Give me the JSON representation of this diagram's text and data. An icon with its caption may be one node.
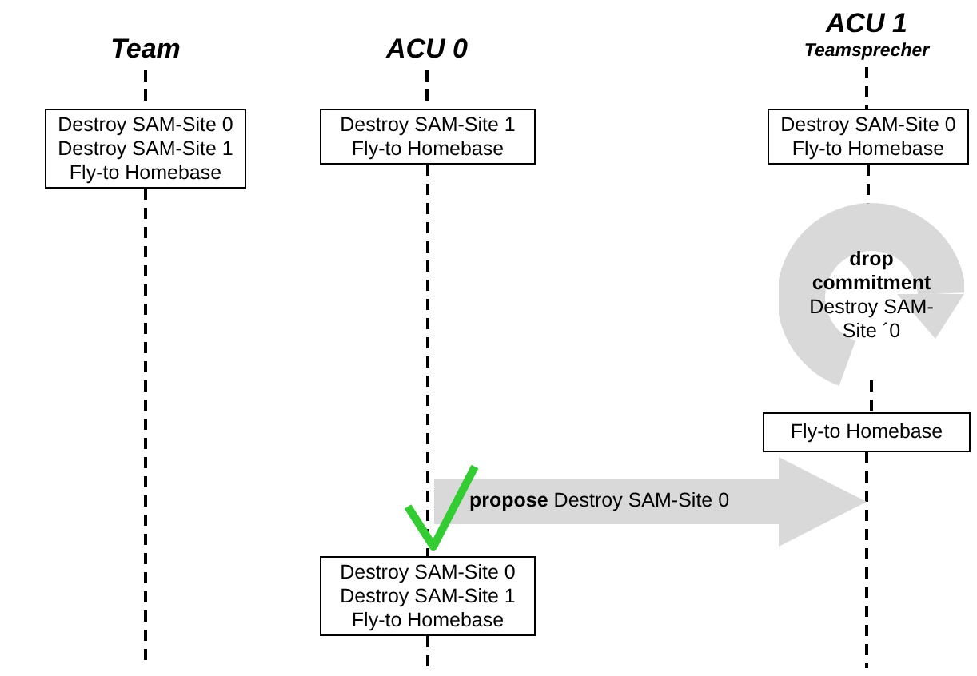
{
  "diagram": {
    "nodes": [
      {
        "text": [
          "Team"
        ]
      },
      {
        "text": [
          "Destroy SAM-Site 0",
          "Destroy SAM-Site 1",
          "Fly-to Homebase"
        ]
      },
      {
        "text": [
          "ACU 0"
        ]
      },
      {
        "text": [
          "Destroy SAM-Site 1",
          "Fly-to Homebase"
        ]
      },
      {
        "text": [
          "Destroy SAM-Site 0",
          "Destroy SAM-Site 1",
          "Fly-to Homebase"
        ]
      },
      {
        "text": [
          "ACU 1",
          "Teamsprecher"
        ]
      },
      {
        "text": [
          "Destroy SAM-Site 0",
          "Fly-to Homebase"
        ]
      },
      {
        "text": [
          "drop commitment",
          "Destroy SAM-Site ´0"
        ]
      },
      {
        "text": [
          "Fly-to Homebase"
        ]
      }
    ],
    "edges": [
      {
        "from": 0,
        "to": 1,
        "arrow": "none",
        "style": "dashed"
      },
      {
        "from": 1,
        "to": null,
        "arrow": "none",
        "style": "dashed"
      },
      {
        "from": 2,
        "to": 3,
        "arrow": "none",
        "style": "dashed"
      },
      {
        "from": 3,
        "to": 4,
        "arrow": "none",
        "style": "dashed"
      },
      {
        "from": 4,
        "to": null,
        "arrow": "none",
        "style": "dashed"
      },
      {
        "from": 5,
        "to": 6,
        "arrow": "none",
        "style": "dashed"
      },
      {
        "from": 6,
        "to": 7,
        "arrow": "none",
        "style": "dashed"
      },
      {
        "from": 7,
        "to": 8,
        "arrow": "none",
        "style": "dashed"
      },
      {
        "from": 8,
        "to": null,
        "arrow": "none",
        "style": "dashed"
      },
      {
        "from": 4,
        "to": 8,
        "arrow": "to",
        "style": "thick",
        "color": "#d9d9d9",
        "label": "**propose** Destroy SAM-Site 0"
      }
    ]
  }
}
